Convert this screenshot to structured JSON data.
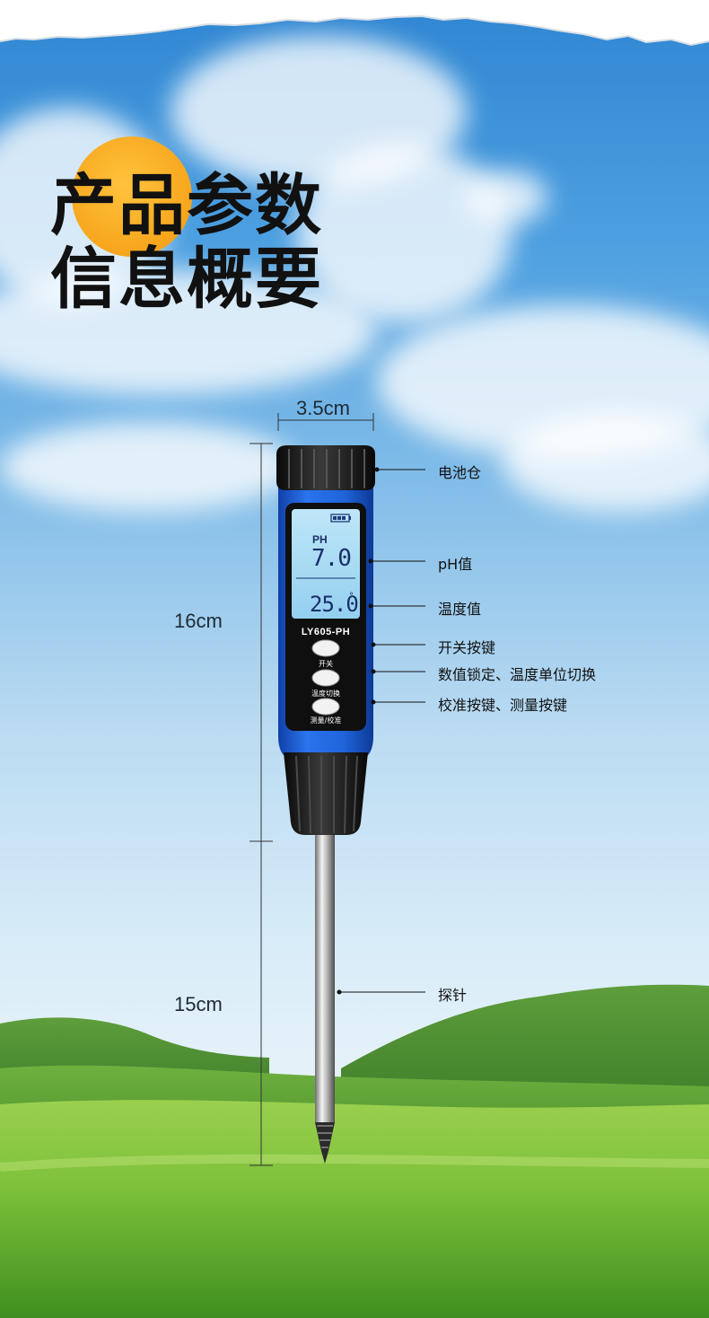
{
  "header": {
    "title_line1": "产品参数",
    "title_line2": "信息概要"
  },
  "dimensions": {
    "width_label": "3.5cm",
    "body_height_label": "16cm",
    "probe_length_label": "15cm"
  },
  "device": {
    "model": "LY605-PH",
    "lcd": {
      "ph_unit_label": "PH",
      "ph_value": "7.0",
      "temperature_value": "25.0",
      "temperature_unit": "°"
    },
    "buttons": [
      {
        "label": "开关"
      },
      {
        "label": "温度切换"
      },
      {
        "label": "测量/校准"
      }
    ]
  },
  "callouts": {
    "battery": "电池仓",
    "ph_value": "pH值",
    "temperature": "温度值",
    "power_button": "开关按键",
    "hold_unit": "数值锁定、温度单位切换",
    "calibrate_measure": "校准按键、测量按键",
    "probe": "探针"
  },
  "colors": {
    "device_blue": "#1f63d8",
    "device_black": "#141414",
    "lcd_background": "#a9dcf4",
    "title_sun": "#f7a51c"
  }
}
